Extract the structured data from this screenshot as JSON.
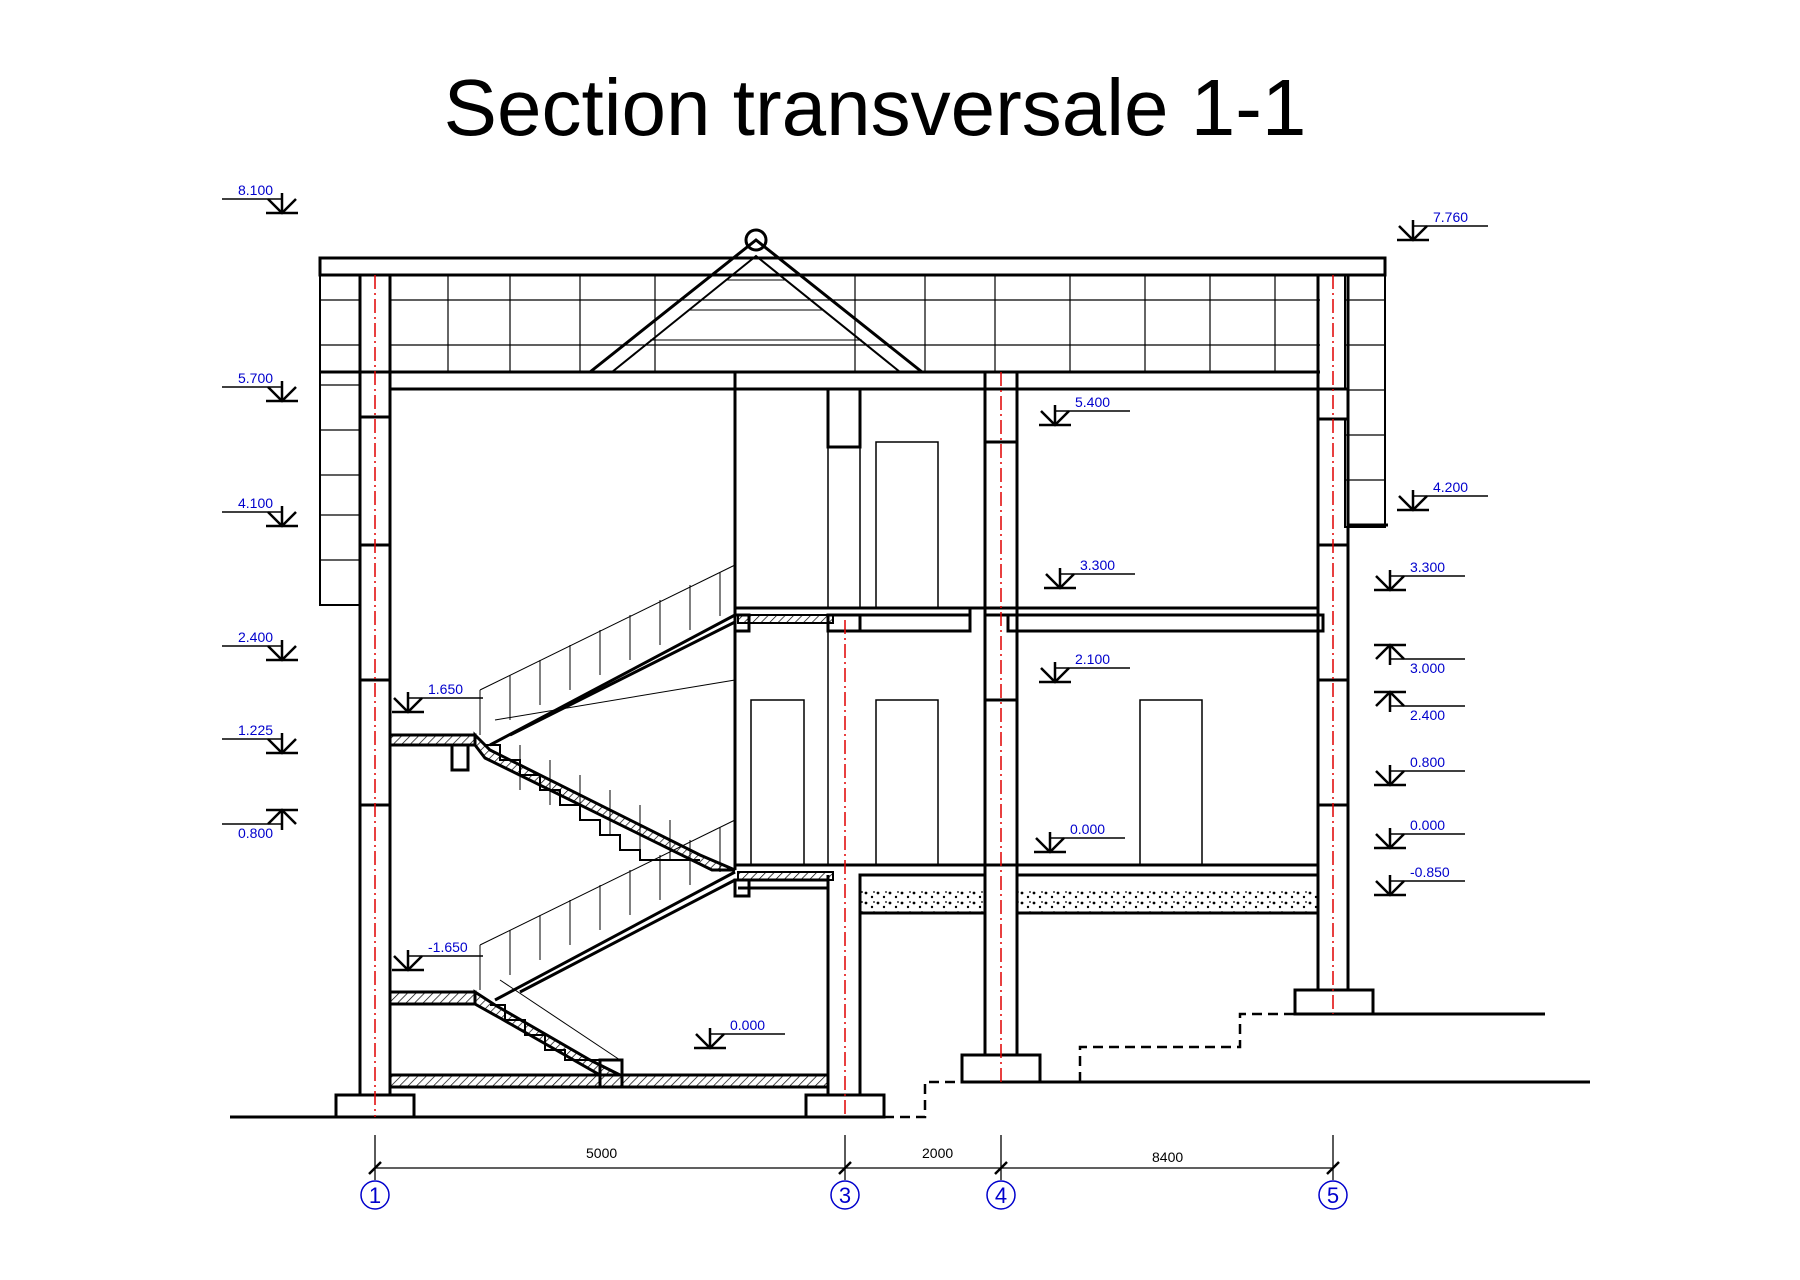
{
  "title": "Section transversale 1-1",
  "levels_left": [
    "8.100",
    "5.700",
    "4.100",
    "2.400",
    "1.225",
    "0.800"
  ],
  "levels_right": [
    "7.760",
    "4.200",
    "3.300",
    "3.000",
    "2.400",
    "0.800",
    "0.000",
    "-0.850"
  ],
  "levels_interior": [
    "5.400",
    "3.300",
    "2.100",
    "0.000",
    "1.650",
    "-1.650",
    "0.000"
  ],
  "dimensions": [
    "5000",
    "2000",
    "8400"
  ],
  "axes": [
    "1",
    "3",
    "4",
    "5"
  ],
  "colors": {
    "line": "#000000",
    "axis_line": "#e00000",
    "annotation": "#0000cc"
  }
}
